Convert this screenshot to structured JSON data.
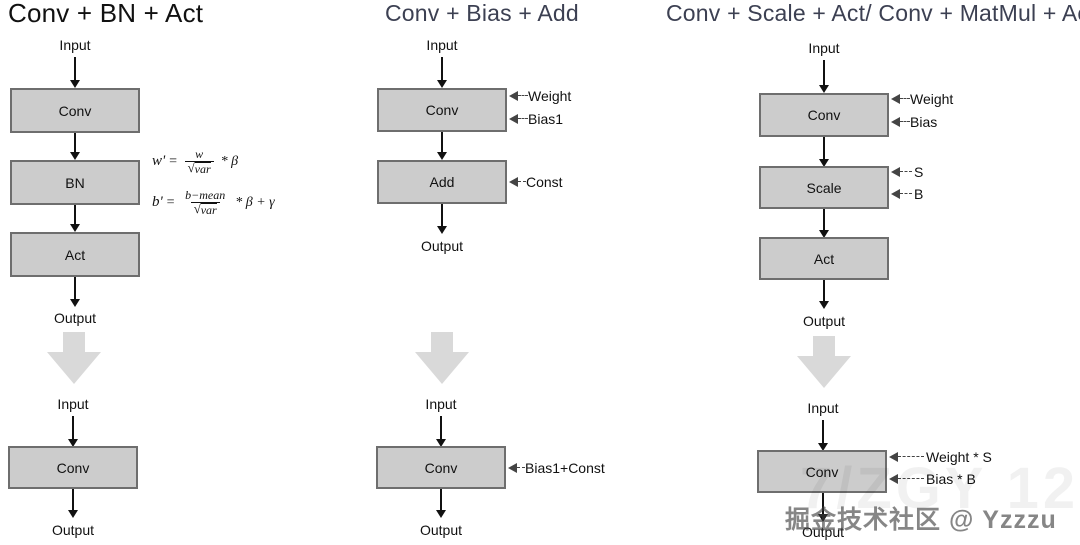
{
  "diagram": {
    "watermark": "掘金技术社区 @ Yzzzu",
    "watermark_ghost": "7/ZGY 12",
    "box_fill": "#cccccc",
    "box_border": "#6e6e6e",
    "arrow_color": "#111111",
    "fat_arrow_color": "#d9d9d9",
    "title_color_dark": "#111111",
    "title_color_navy": "#3c4052"
  },
  "columns": [
    {
      "id": "conv-bn-act",
      "title": "Conv + BN + Act",
      "before": {
        "input": "Input",
        "output": "Output",
        "nodes": [
          {
            "label": "Conv",
            "inputs": []
          },
          {
            "label": "BN",
            "inputs": []
          },
          {
            "label": "Act",
            "inputs": []
          }
        ]
      },
      "after": {
        "input": "Input",
        "output": "Output",
        "nodes": [
          {
            "label": "Conv",
            "inputs": []
          }
        ]
      },
      "formulas": [
        {
          "lhs": "w'",
          "eq": "=",
          "numerator": "w",
          "denominator": "var",
          "tail": "* β"
        },
        {
          "lhs": "b'",
          "eq": "=",
          "numerator": "b−mean",
          "denominator": "var",
          "tail": "* β + γ"
        }
      ]
    },
    {
      "id": "conv-bias-add",
      "title": "Conv + Bias + Add",
      "before": {
        "input": "Input",
        "output": "Output",
        "nodes": [
          {
            "label": "Conv",
            "inputs": [
              "Weight",
              "Bias1"
            ]
          },
          {
            "label": "Add",
            "inputs": [
              "Const"
            ]
          }
        ]
      },
      "after": {
        "input": "Input",
        "output": "Output",
        "nodes": [
          {
            "label": "Conv",
            "inputs": [
              "Bias1+Const"
            ]
          }
        ]
      },
      "formulas": []
    },
    {
      "id": "conv-scale-act",
      "title": "Conv + Scale + Act/ Conv + MatMul + Act",
      "before": {
        "input": "Input",
        "output": "Output",
        "nodes": [
          {
            "label": "Conv",
            "inputs": [
              "Weight",
              "Bias"
            ]
          },
          {
            "label": "Scale",
            "inputs": [
              "S",
              "B"
            ]
          },
          {
            "label": "Act",
            "inputs": []
          }
        ]
      },
      "after": {
        "input": "Input",
        "output": "Output",
        "nodes": [
          {
            "label": "Conv",
            "inputs": [
              "Weight * S",
              "Bias * B"
            ]
          }
        ]
      },
      "formulas": []
    }
  ]
}
